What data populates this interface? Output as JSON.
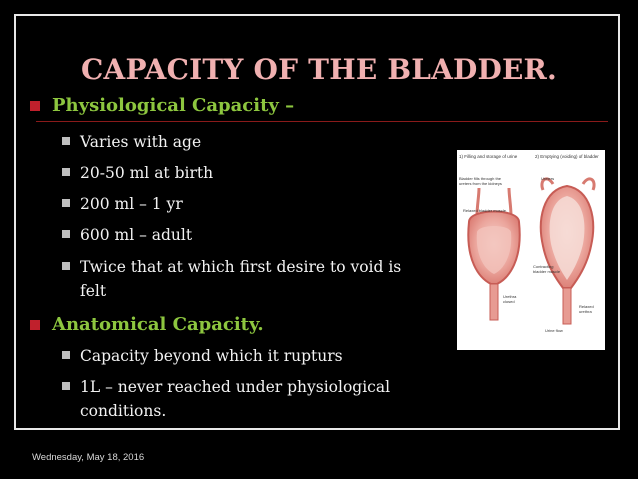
{
  "slide": {
    "title": "CAPACITY OF THE BLADDER.",
    "date": "Wednesday, May 18, 2016"
  },
  "sections": [
    {
      "heading": "Physiological Capacity –",
      "items": [
        "Varies with age",
        "20-50 ml at birth",
        "200 ml – 1 yr",
        "600 ml – adult",
        "Twice that at which first desire to void is",
        "felt"
      ]
    },
    {
      "heading": "Anatomical Capacity.",
      "items": [
        "Capacity beyond which it rupturs",
        "1L – never reached under physiological",
        "conditions."
      ]
    }
  ],
  "figure": {
    "panel1_caption": "1) Filling and storage of urine",
    "panel2_caption": "2) Emptying (voiding) of bladder",
    "labels": {
      "fills": "Bladder fills through the",
      "fills2": "ureters from the kidneys",
      "relaxed_muscle": "Relaxed bladder muscle",
      "urethra_closed": "Urethra",
      "urethra_closed2": "closed",
      "ureters": "Ureters",
      "contracting": "Contracting",
      "contracting2": "bladder muscle",
      "relaxed_urethra": "Relaxed",
      "relaxed_urethra2": "urethra",
      "urine_flow": "Urine flow"
    }
  },
  "colors": {
    "title": "#f0b0b0",
    "heading": "#8dc63f",
    "text": "#f2f2f2",
    "bullet_primary": "#c0202c",
    "bullet_secondary": "#bfbfbf",
    "background": "#000000"
  }
}
